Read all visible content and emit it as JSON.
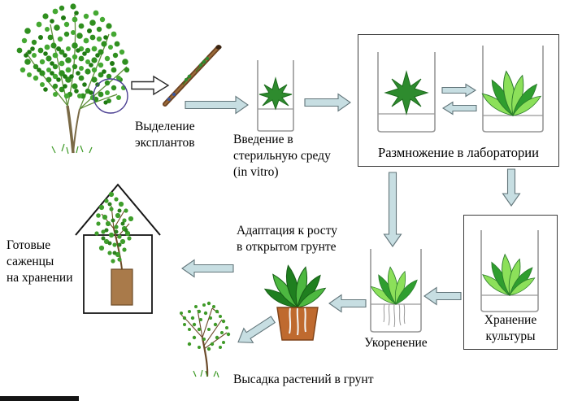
{
  "labels": {
    "explants": [
      "Выделение",
      "эксплантов"
    ],
    "intro_sterile": [
      "Введение в",
      "стерильную среду",
      "(in vitro)"
    ],
    "lab_propagation": "Размножение в лаборатории",
    "culture_storage": [
      "Хранение",
      "культуры"
    ],
    "rooting": "Укоренение",
    "adaptation": [
      "Адаптация к росту",
      "в открытом грунте"
    ],
    "ready_seedlings": [
      "Готовые",
      "саженцы",
      "на хранении"
    ],
    "planting": "Высадка растений в грунт"
  },
  "colors": {
    "arrow_fill": "#c7dee2",
    "arrow_stroke": "#62757a",
    "white_arrow_fill": "#ffffff",
    "box_border": "#3c3c3c",
    "plant_dark_green": "#2e8b2e",
    "plant_light_green": "#8ce05a",
    "pot_terracotta": "#bf6a2f",
    "annotation_circle": "#4b3f92"
  },
  "icons": [
    {
      "name": "mother-plant-shrub"
    },
    {
      "name": "explant-branch-cutting"
    },
    {
      "name": "test-tube-with-plantlet"
    },
    {
      "name": "lab-vessel-plantlet"
    },
    {
      "name": "lab-vessel-leafy"
    },
    {
      "name": "storage-vessel-leafy"
    },
    {
      "name": "rooting-vessel-with-roots"
    },
    {
      "name": "potted-plant-with-roots"
    },
    {
      "name": "storage-house-with-seedling"
    },
    {
      "name": "young-tree-planted"
    }
  ]
}
